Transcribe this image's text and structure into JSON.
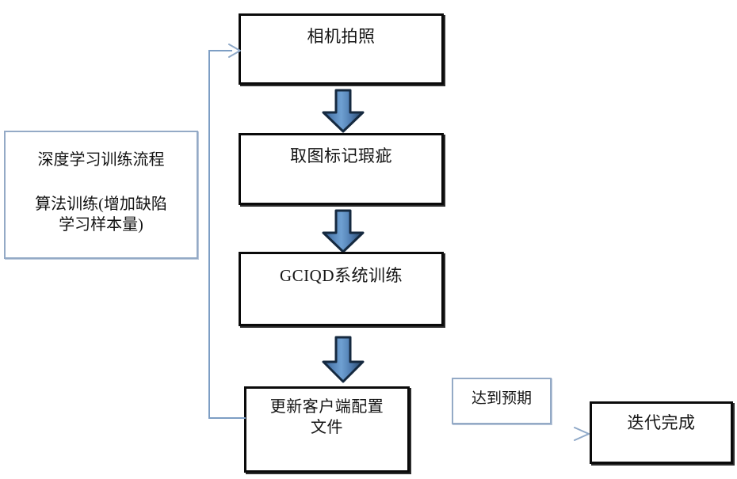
{
  "diagram": {
    "title": "深度学习训练流程",
    "background_color": "#ffffff",
    "accent_color": "#4a7ebb",
    "box_border_color": "#0a0a0a",
    "thin_border_color": "#94aac6",
    "connector_color": "#7d9ec4"
  },
  "left_panel": {
    "heading": "深度学习训练流程",
    "body": "算法训练(增加缺陷\n学习样本量)"
  },
  "process_boxes": [
    {
      "id": "camera-capture",
      "label": "相机拍照"
    },
    {
      "id": "mark-defects",
      "label": "取图标记瑕疵"
    },
    {
      "id": "gciqd-training",
      "label": "GCIQD系统训练"
    },
    {
      "id": "update-config",
      "label": "更新客户端配置\n文件"
    },
    {
      "id": "iteration-done",
      "label": "迭代完成"
    }
  ],
  "labels": {
    "reach_expectation": "达到预期"
  },
  "connectors": [
    {
      "id": "camera-to-mark",
      "type": "block-arrow",
      "direction": "down"
    },
    {
      "id": "mark-to-training",
      "type": "block-arrow",
      "direction": "down"
    },
    {
      "id": "training-to-config",
      "type": "block-arrow",
      "direction": "down"
    },
    {
      "id": "config-to-camera",
      "type": "feedback-line",
      "direction": "up-right"
    },
    {
      "id": "config-to-done",
      "type": "thin-arrow",
      "direction": "right"
    }
  ],
  "icons": {
    "down_arrow": "down-block-arrow-icon",
    "right_arrow": "right-arrow-icon"
  }
}
